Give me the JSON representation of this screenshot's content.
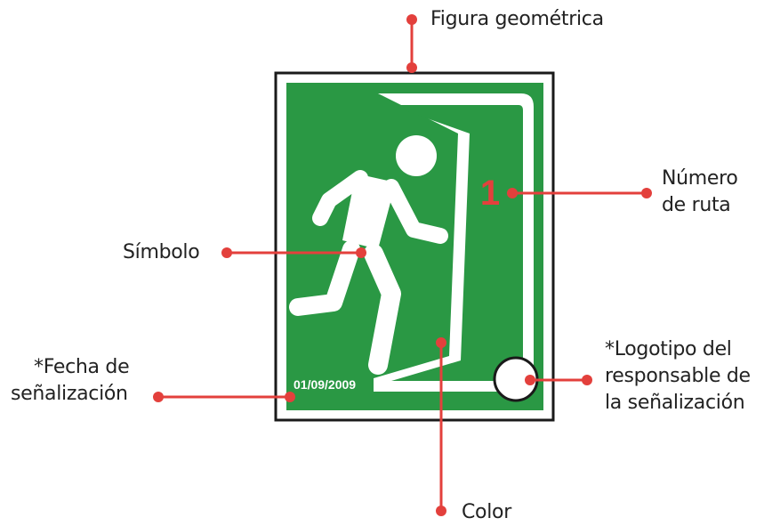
{
  "colors": {
    "accent_red": "#e3403c",
    "sign_green": "#2a9844",
    "sign_frame": "#1a1a1a",
    "white": "#ffffff",
    "label_text": "#222222"
  },
  "sign": {
    "route_number": "1",
    "date": "01/09/2009"
  },
  "labels": {
    "figura": "Figura geométrica",
    "numero_line1": "Número",
    "numero_line2": "de ruta",
    "simbolo": "Símbolo",
    "fecha_line1": "*Fecha de",
    "fecha_line2": "señalización",
    "logotipo_line1": "*Logotipo del",
    "logotipo_line2": "responsable de",
    "logotipo_line3": "la señalización",
    "color": "Color"
  }
}
